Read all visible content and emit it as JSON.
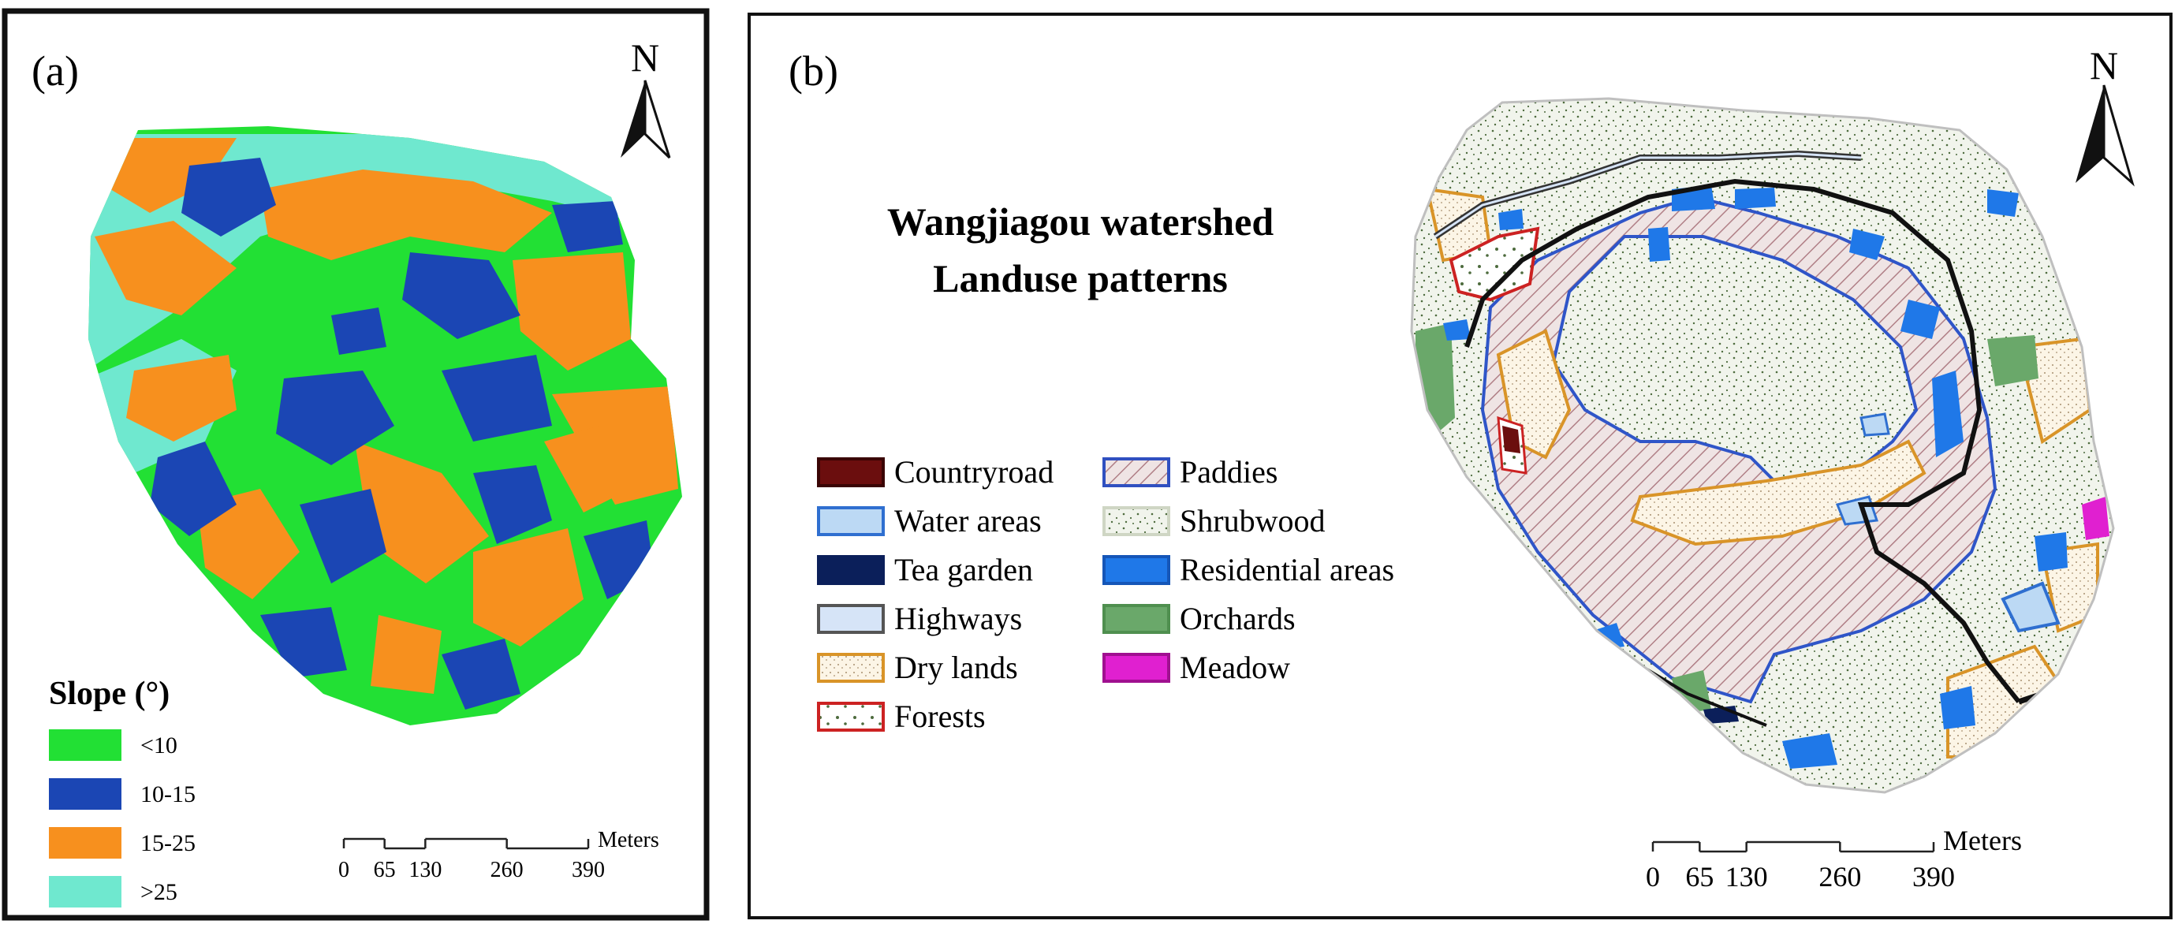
{
  "panel_a": {
    "label": "(a)",
    "north": "N",
    "legend_title": "Slope (°)",
    "classes": [
      {
        "label": "<10",
        "color": "#22e034"
      },
      {
        "label": "10-15",
        "color": "#1b46b4"
      },
      {
        "label": "15-25",
        "color": "#f7901e"
      },
      {
        "label": ">25",
        "color": "#6fe8cf"
      }
    ],
    "scale": {
      "ticks": [
        "0",
        "65",
        "130",
        "260",
        "390"
      ],
      "unit": "Meters"
    }
  },
  "panel_b": {
    "label": "(b)",
    "north": "N",
    "title_line1": "Wangjiagou watershed",
    "title_line2": "Landuse patterns",
    "legend_left": [
      {
        "label": "Countryroad",
        "color": "#6b0e0e",
        "stroke": "#3a0505",
        "pattern": "solid"
      },
      {
        "label": "Water areas",
        "color": "#bcd9f4",
        "stroke": "#2f6fd0",
        "pattern": "solid"
      },
      {
        "label": "Tea garden",
        "color": "#0b1f5a",
        "stroke": "#0b1f5a",
        "pattern": "solid"
      },
      {
        "label": "Highways",
        "color": "#d6e4f7",
        "stroke": "#555555",
        "pattern": "solid"
      },
      {
        "label": "Dry lands",
        "color": "#fbf4e4",
        "stroke": "#d99428",
        "pattern": "dots"
      },
      {
        "label": "Forests",
        "color": "#ffffff",
        "stroke": "#cc2222",
        "pattern": "sparse"
      }
    ],
    "legend_right": [
      {
        "label": "Paddies",
        "color": "#e8dcdc",
        "stroke": "#3050c0",
        "pattern": "hatch"
      },
      {
        "label": "Shrubwood",
        "color": "#f0f4ea",
        "stroke": "#cfd6c4",
        "pattern": "speckle"
      },
      {
        "label": "Residential areas",
        "color": "#1f78e8",
        "stroke": "#1556b8",
        "pattern": "solid"
      },
      {
        "label": "Orchards",
        "color": "#6aa86a",
        "stroke": "#4f8f4f",
        "pattern": "solid"
      },
      {
        "label": "Meadow",
        "color": "#e020d0",
        "stroke": "#a01090",
        "pattern": "solid"
      }
    ],
    "scale": {
      "ticks": [
        "0",
        "65",
        "130",
        "260",
        "390"
      ],
      "unit": "Meters"
    }
  }
}
